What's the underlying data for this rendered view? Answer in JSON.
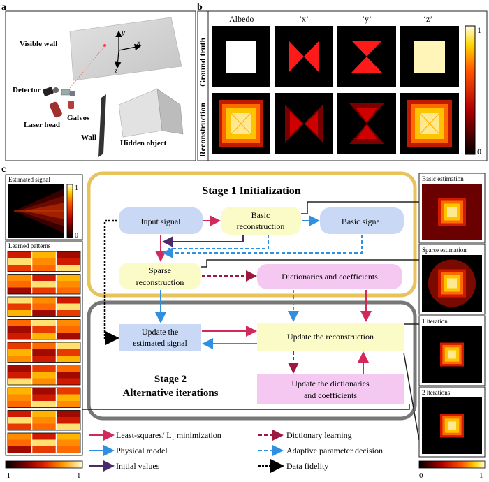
{
  "panel_letters": {
    "a": "a",
    "b": "b",
    "c": "c"
  },
  "panel_a": {
    "visible_wall": "Visible wall",
    "detector": "Detector",
    "galvos": "Galvos",
    "laser_head": "Laser head",
    "wall": "Wall",
    "hidden_object": "Hidden object",
    "axis_x": "x",
    "axis_y": "y",
    "axis_z": "z"
  },
  "panel_b": {
    "columns": [
      "Albedo",
      "‘x’",
      "‘y’",
      "‘z’"
    ],
    "rows": [
      "Ground truth",
      "Reconstruction"
    ],
    "colorbar_max": "1",
    "colorbar_min": "0"
  },
  "panel_c": {
    "estimated_signal": "Estimated signal",
    "estimated_cb_max": "1",
    "estimated_cb_min": "0",
    "learned_patterns": "Learned patterns",
    "left_cb_min": "-1",
    "left_cb_max": "1",
    "stage1_title": "Stage 1 Initialization",
    "stage2_line1": "Stage 2",
    "stage2_line2": "Alternative iterations",
    "nodes": {
      "input_signal": "Input signal",
      "basic_reconstruction_1": "Basic",
      "basic_reconstruction_2": "reconstruction",
      "basic_signal": "Basic signal",
      "sparse_reconstruction_1": "Sparse",
      "sparse_reconstruction_2": "reconstruction",
      "dictionaries_coefficients": "Dictionaries and coefficients",
      "update_estimated_1": "Update the",
      "update_estimated_2": "estimated signal",
      "update_reconstruction": "Update the reconstruction",
      "update_dict_1": "Update the dictionaries",
      "update_dict_2": "and coefficients"
    },
    "legend": {
      "least_squares": "Least-squares/ L₁ minimization",
      "physical_model": "Physical model",
      "initial_values": "Initial values",
      "dictionary_learning": "Dictionary learning",
      "adaptive_parameter": "Adaptive parameter decision",
      "data_fidelity": "Data fidelity"
    },
    "right_panels": [
      "Basic estimation",
      "Sparse estimation",
      "1 iteration",
      "2 iterations"
    ],
    "right_cb_min": "0",
    "right_cb_max": "1"
  },
  "colors": {
    "stage1_border": "#e8c35a",
    "stage2_border": "#777777",
    "blue_node": "#c8d8f5",
    "yellow_node": "#fbfbc8",
    "pink_node": "#f5c8f2",
    "crimson": "#d2285a",
    "blue_arrow": "#2f8fe0",
    "purple_arrow": "#4a2a6a",
    "maroon_dash": "#9c1840"
  }
}
